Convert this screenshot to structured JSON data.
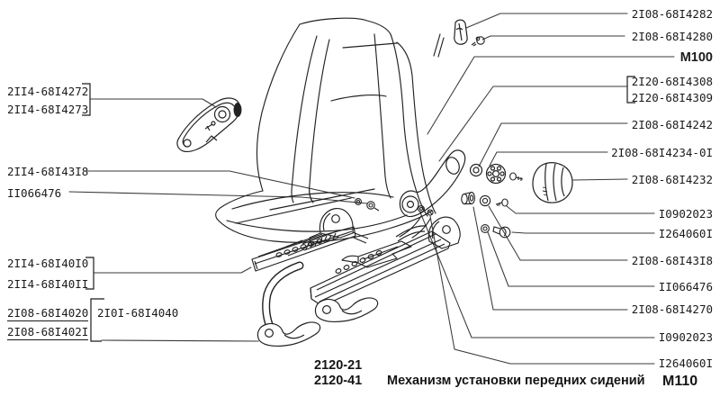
{
  "colors": {
    "ink": "#222222",
    "leader": "#3a3a3a",
    "paper": "#ffffff"
  },
  "labels": {
    "left": [
      "2II4-68I4272",
      "2II4-68I4273",
      "2II4-68I43I8",
      "II066476",
      "2II4-68I40I0",
      "2II4-68I40II",
      "2I08-68I4020",
      "2I0I-68I4040",
      "2I08-68I402I"
    ],
    "right": [
      "2I08-68I4282",
      "2I08-68I4280",
      "М100",
      "2I20-68I4308",
      "2I20-68I4309",
      "2I08-68I4242",
      "2I08-68I4234-0I",
      "2I08-68I4232",
      "I0902023",
      "I264060I",
      "2I08-68I43I8",
      "II066476",
      "2I08-68I4270",
      "I0902023",
      "I264060I"
    ]
  },
  "caption": {
    "model_top": "2120-21",
    "model_bottom": "2120-41",
    "title": "Механизм установки передних сидений",
    "section": "М110"
  }
}
